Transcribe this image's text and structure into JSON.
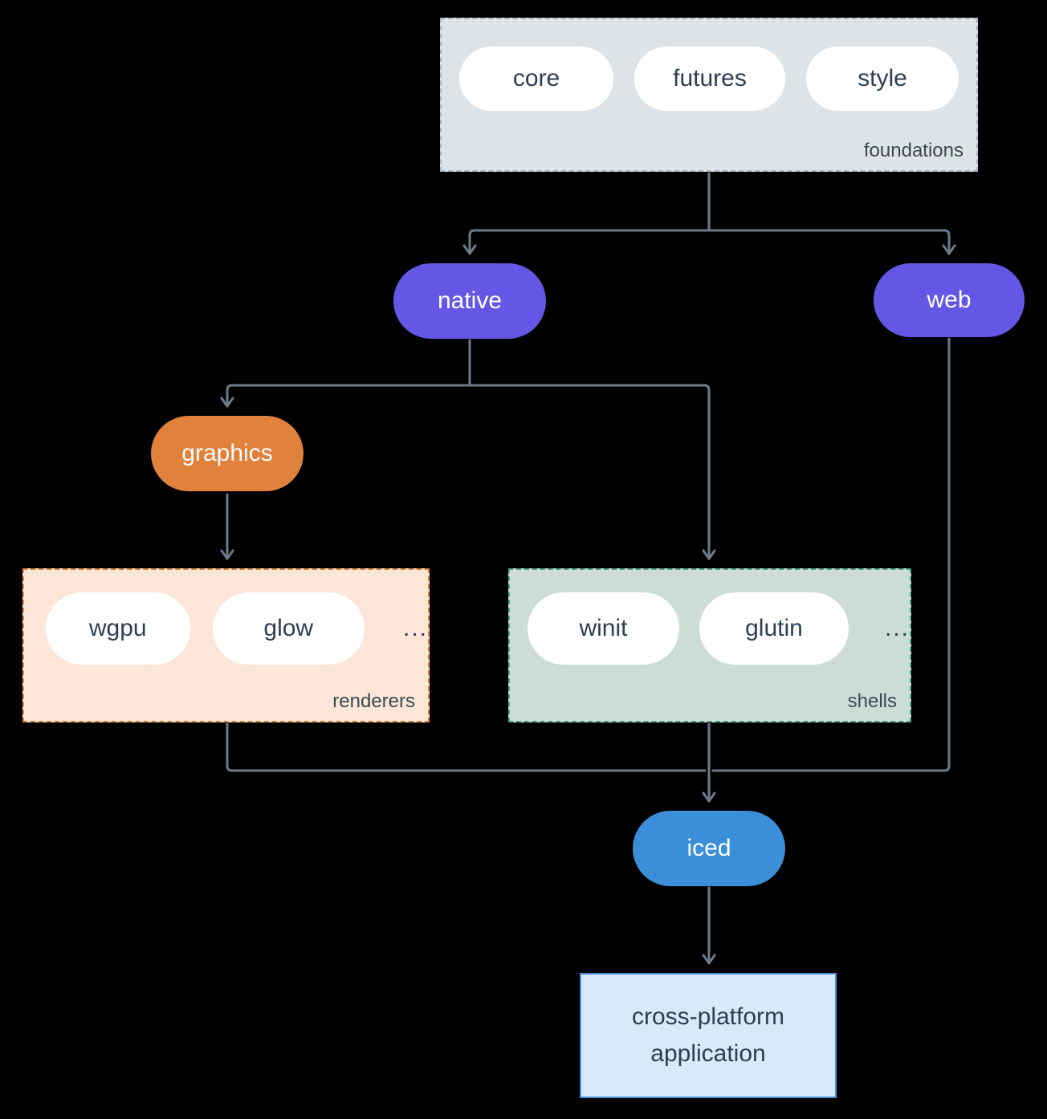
{
  "colors": {
    "background": "#000000",
    "arrow": "#6e7a8a",
    "foundations_fill": "#dee3e7",
    "foundations_border": "#a9b6bf",
    "purple": "#6457e6",
    "orange": "#e0813c",
    "renderers_fill": "#fbe6d7",
    "renderers_border": "#e0813c",
    "shells_fill": "#cdddd5",
    "shells_border": "#4aa382",
    "blue": "#3a8fd8",
    "app_fill": "#d8e9f9",
    "app_border": "#4a90d9",
    "text_dark": "#2f3e52",
    "text_light": "#ffffff"
  },
  "nodes": {
    "foundations": {
      "label": "foundations",
      "pills": [
        "core",
        "futures",
        "style"
      ]
    },
    "native": {
      "label": "native"
    },
    "web": {
      "label": "web"
    },
    "graphics": {
      "label": "graphics"
    },
    "renderers": {
      "label": "renderers",
      "pills": [
        "wgpu",
        "glow"
      ],
      "ellipsis": "..."
    },
    "shells": {
      "label": "shells",
      "pills": [
        "winit",
        "glutin"
      ],
      "ellipsis": "..."
    },
    "iced": {
      "label": "iced"
    },
    "application": {
      "label": "cross-platform application"
    }
  }
}
